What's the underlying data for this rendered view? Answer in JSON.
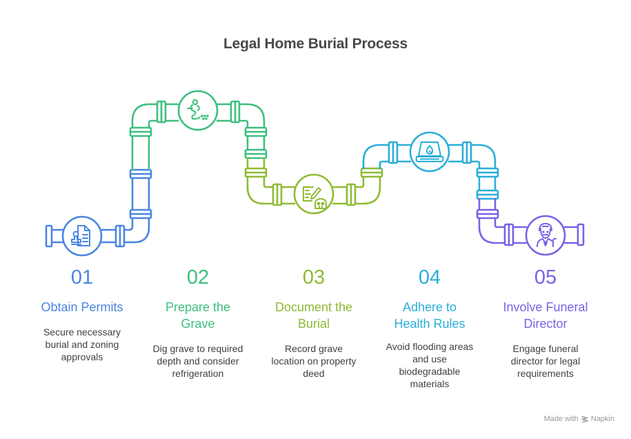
{
  "title": "Legal Home Burial Process",
  "colors": {
    "step1": "#4a86e0",
    "step2": "#3dbf7f",
    "step3": "#8fba36",
    "step4": "#2aaed8",
    "step5": "#7b61e6",
    "description_text": "#3f3f3f",
    "title_text": "#484848"
  },
  "steps": [
    {
      "number": "01",
      "heading_line1": "Obtain Permits",
      "heading_line2": "",
      "description": [
        "Secure necessary",
        "burial and zoning",
        "approvals"
      ],
      "icon": "permit-stamp-document-icon"
    },
    {
      "number": "02",
      "heading_line1": "Prepare the",
      "heading_line2": "Grave",
      "description": [
        "Dig grave to required",
        "depth and consider",
        "refrigeration"
      ],
      "icon": "person-digging-icon"
    },
    {
      "number": "03",
      "heading_line1": "Document the",
      "heading_line2": "Burial",
      "description": [
        "Record grave",
        "location on property",
        "deed"
      ],
      "icon": "document-pencil-skull-icon"
    },
    {
      "number": "04",
      "heading_line1": "Adhere to",
      "heading_line2": "Health Rules",
      "description": [
        "Avoid flooding areas",
        "and use",
        "biodegradable",
        "materials"
      ],
      "icon": "water-drop-container-icon"
    },
    {
      "number": "05",
      "heading_line1": "Involve Funeral",
      "heading_line2": "Director",
      "description": [
        "Engage funeral",
        "director for legal",
        "requirements"
      ],
      "icon": "elderly-man-cane-icon"
    }
  ],
  "footer": {
    "made_with": "Made with",
    "brand": "Napkin",
    "brand_icon": "napkin-logo-icon"
  }
}
